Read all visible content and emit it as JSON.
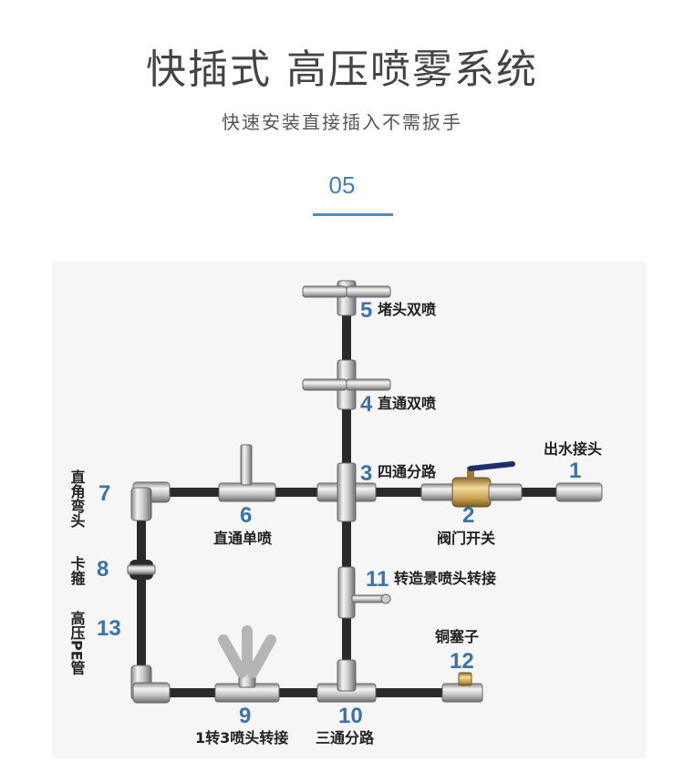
{
  "header": {
    "title": "快插式 高压喷雾系统",
    "subtitle": "快速安装直接插入不需扳手",
    "section_number": "05"
  },
  "parts": [
    {
      "number": "1",
      "name": "出水接头"
    },
    {
      "number": "2",
      "name": "阀门开关"
    },
    {
      "number": "3",
      "name": "四通分路"
    },
    {
      "number": "4",
      "name": "直通双喷"
    },
    {
      "number": "5",
      "name": "堵头双喷"
    },
    {
      "number": "6",
      "name": "直通单喷"
    },
    {
      "number": "7",
      "name": "直角弯头"
    },
    {
      "number": "8",
      "name": "卡箍"
    },
    {
      "number": "9",
      "name": "1转3喷头转接"
    },
    {
      "number": "10",
      "name": "三通分路"
    },
    {
      "number": "11",
      "name": "转造景喷头转接"
    },
    {
      "number": "12",
      "name": "铜塞子"
    },
    {
      "number": "13",
      "name": "高压PE管"
    }
  ]
}
